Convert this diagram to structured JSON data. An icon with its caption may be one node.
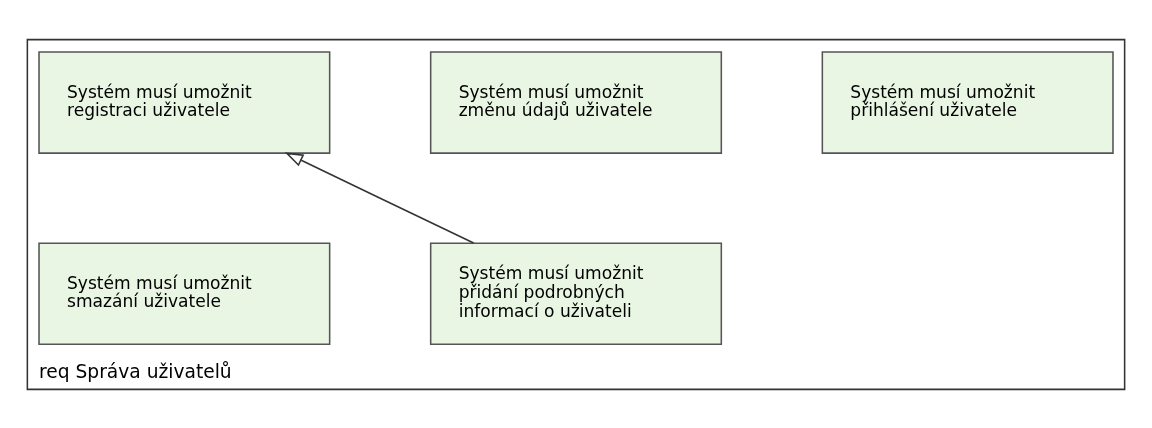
{
  "diagram": {
    "nodes": [
      {
        "text": [
          "req Správa uživatelů"
        ]
      },
      {
        "text": [
          "Systém musí umožnit registraci uživatele"
        ],
        "in": 0
      },
      {
        "text": [
          "Systém musí umožnit přihlášení uživatele"
        ],
        "in": 0
      },
      {
        "text": [
          "Systém musí umožnit změnu údajů uživatele"
        ],
        "in": 0
      },
      {
        "text": [
          "Systém musí umožnit přidání podrobných informací o uživateli"
        ],
        "in": 0
      },
      {
        "text": [
          "Systém musí umožnit smazání uživatele"
        ],
        "in": 0
      }
    ],
    "edges": [
      {
        "from": 4,
        "to": 1,
        "arrow": "to"
      }
    ]
  }
}
